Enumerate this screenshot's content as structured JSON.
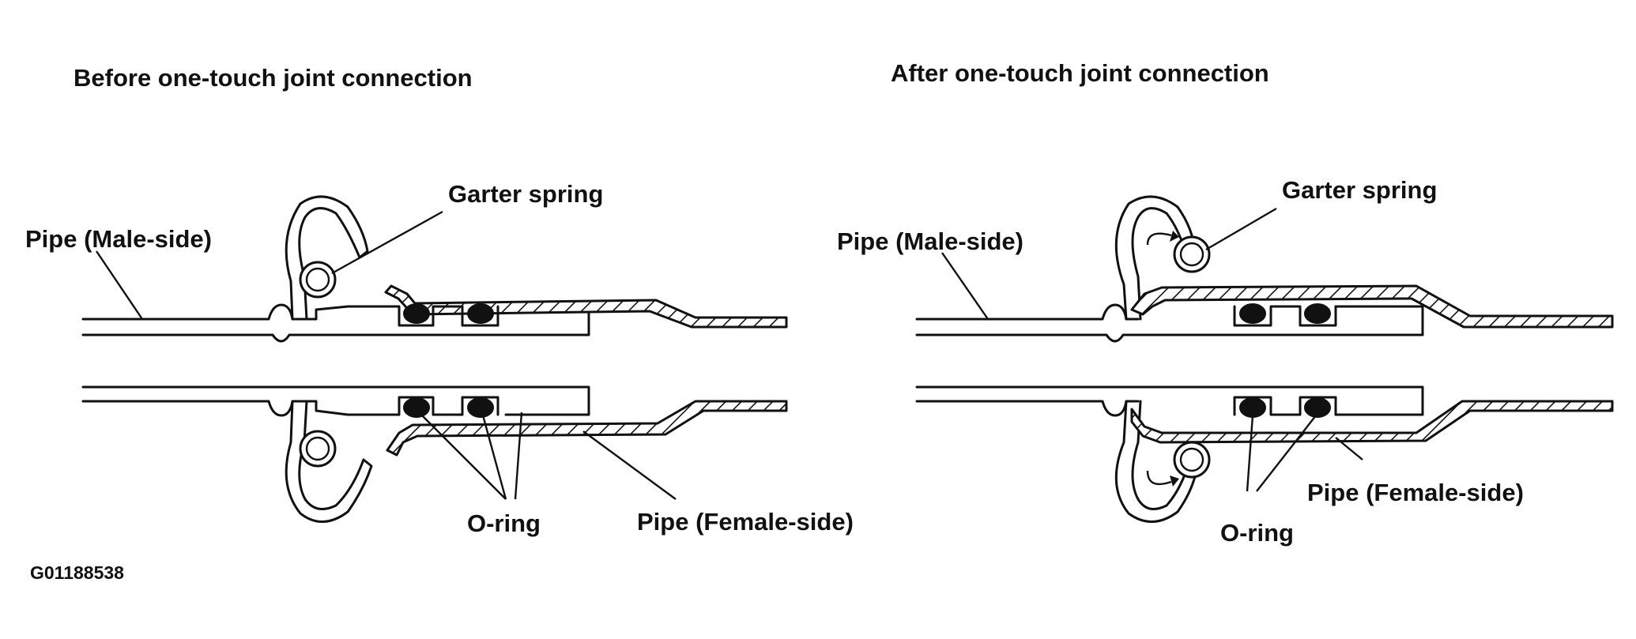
{
  "before": {
    "heading": "Before one-touch joint connection",
    "labels": {
      "pipe_male": "Pipe (Male-side)",
      "garter_spring": "Garter spring",
      "o_ring": "O-ring",
      "pipe_female": "Pipe (Female-side)"
    }
  },
  "after": {
    "heading": "After one-touch joint connection",
    "labels": {
      "pipe_male": "Pipe (Male-side)",
      "garter_spring": "Garter spring",
      "o_ring": "O-ring",
      "pipe_female": "Pipe (Female-side)"
    }
  },
  "figure_code": "G01188538"
}
